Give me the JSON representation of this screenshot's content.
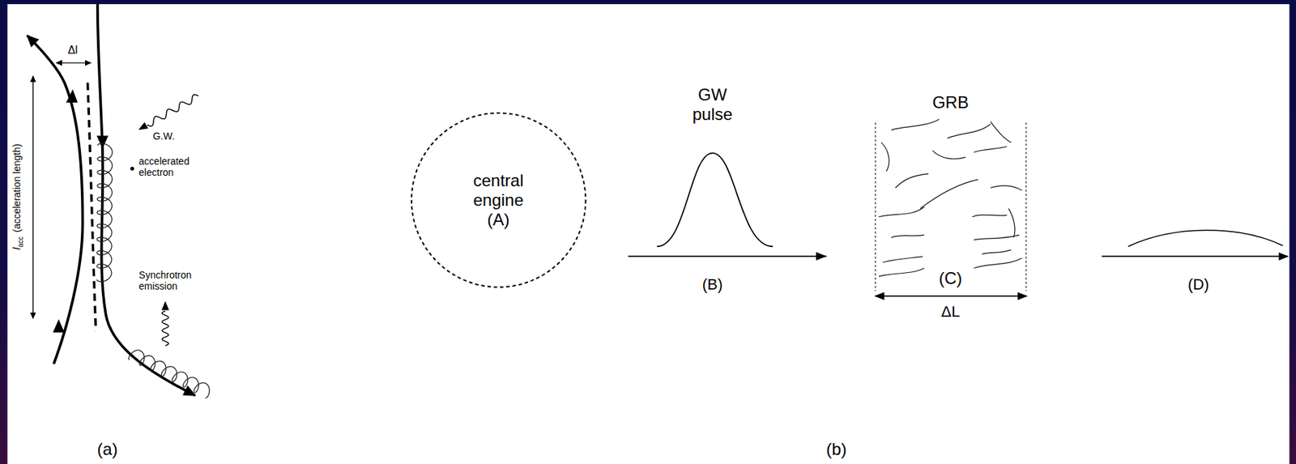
{
  "diagram": {
    "nodes": [
      {
        "text": [
          "central engine",
          "(A)"
        ]
      },
      {
        "text": [
          "GRB",
          "(C)"
        ]
      }
    ],
    "edges": [
      {
        "from": 0,
        "to": 1,
        "arrow": "to"
      }
    ],
    "labels": [
      "Δl",
      "l",
      "acc",
      "(acceleration length)",
      "G.W.",
      "accelerated electron",
      "Synchrotron emission",
      "(a)",
      "GW pulse",
      "(B)",
      "ΔL",
      "(D)",
      "(b)"
    ]
  }
}
